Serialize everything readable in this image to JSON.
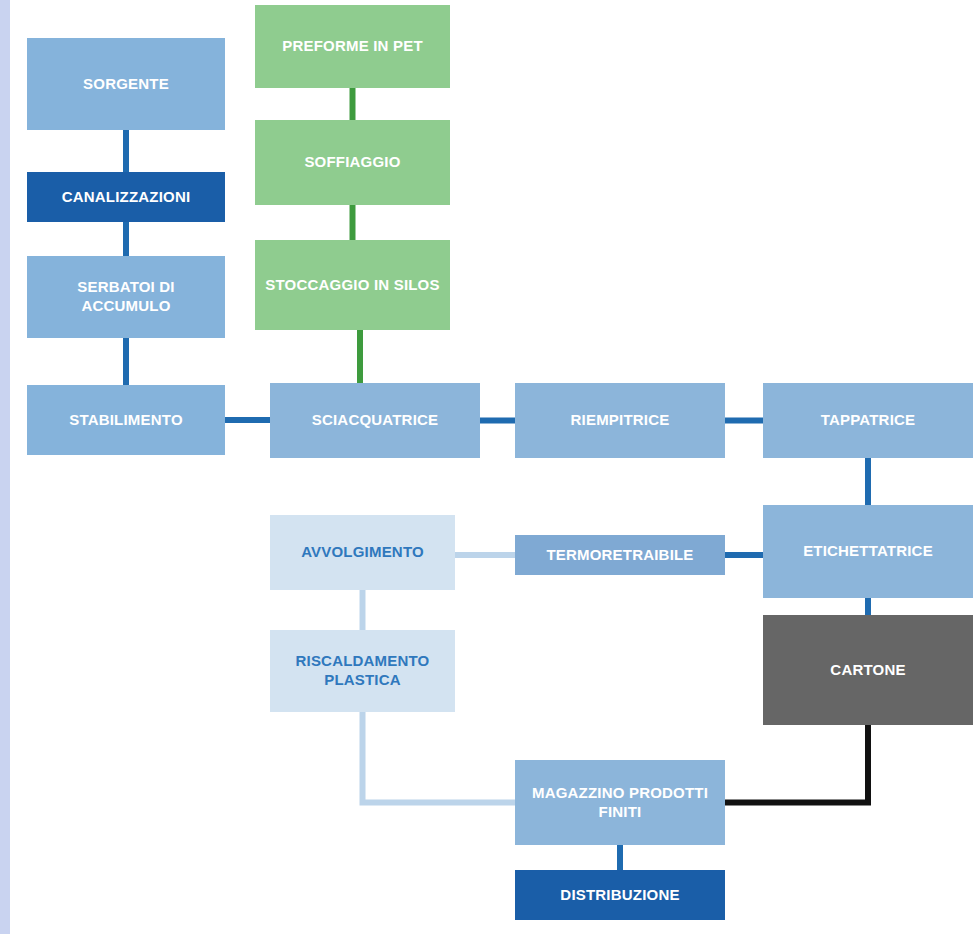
{
  "diagram": {
    "nodes": [
      {
        "text": [
          "PREFORME IN PET"
        ]
      },
      {
        "text": [
          "SORGENTE"
        ]
      },
      {
        "text": [
          "SOFFIAGGIO"
        ]
      },
      {
        "text": [
          "CANALIZZAZIONI"
        ]
      },
      {
        "text": [
          "STOCCAGGIO IN SILOS"
        ]
      },
      {
        "text": [
          "SERBATOI DI ACCUMULO"
        ]
      },
      {
        "text": [
          "STABILIMENTO"
        ]
      },
      {
        "text": [
          "SCIACQUATRICE"
        ]
      },
      {
        "text": [
          "RIEMPITRICE"
        ]
      },
      {
        "text": [
          "TAPPATRICE"
        ]
      },
      {
        "text": [
          "AVVOLGIMENTO"
        ]
      },
      {
        "text": [
          "TERMORETRAIBILE"
        ]
      },
      {
        "text": [
          "ETICHETTATRICE"
        ]
      },
      {
        "text": [
          "RISCALDAMENTO PLASTICA"
        ]
      },
      {
        "text": [
          "CARTONE"
        ]
      },
      {
        "text": [
          "MAGAZZINO PRODOTTI FINITI"
        ]
      },
      {
        "text": [
          "DISTRIBUZIONE"
        ]
      }
    ],
    "edges": [
      {
        "from": 0,
        "to": 2,
        "arrow": "none"
      },
      {
        "from": 2,
        "to": 4,
        "arrow": "none"
      },
      {
        "from": 4,
        "to": 7,
        "arrow": "none"
      },
      {
        "from": 1,
        "to": 3,
        "arrow": "none"
      },
      {
        "from": 3,
        "to": 5,
        "arrow": "none"
      },
      {
        "from": 5,
        "to": 6,
        "arrow": "none"
      },
      {
        "from": 6,
        "to": 7,
        "arrow": "none"
      },
      {
        "from": 7,
        "to": 8,
        "arrow": "none"
      },
      {
        "from": 8,
        "to": 9,
        "arrow": "none"
      },
      {
        "from": 9,
        "to": 12,
        "arrow": "none"
      },
      {
        "from": 12,
        "to": 11,
        "arrow": "none"
      },
      {
        "from": 11,
        "to": 10,
        "arrow": "none"
      },
      {
        "from": 10,
        "to": 13,
        "arrow": "none"
      },
      {
        "from": 13,
        "to": 15,
        "arrow": "none"
      },
      {
        "from": 12,
        "to": 14,
        "arrow": "none"
      },
      {
        "from": 14,
        "to": 15,
        "arrow": "none"
      },
      {
        "from": 15,
        "to": 16,
        "arrow": "none"
      }
    ]
  }
}
